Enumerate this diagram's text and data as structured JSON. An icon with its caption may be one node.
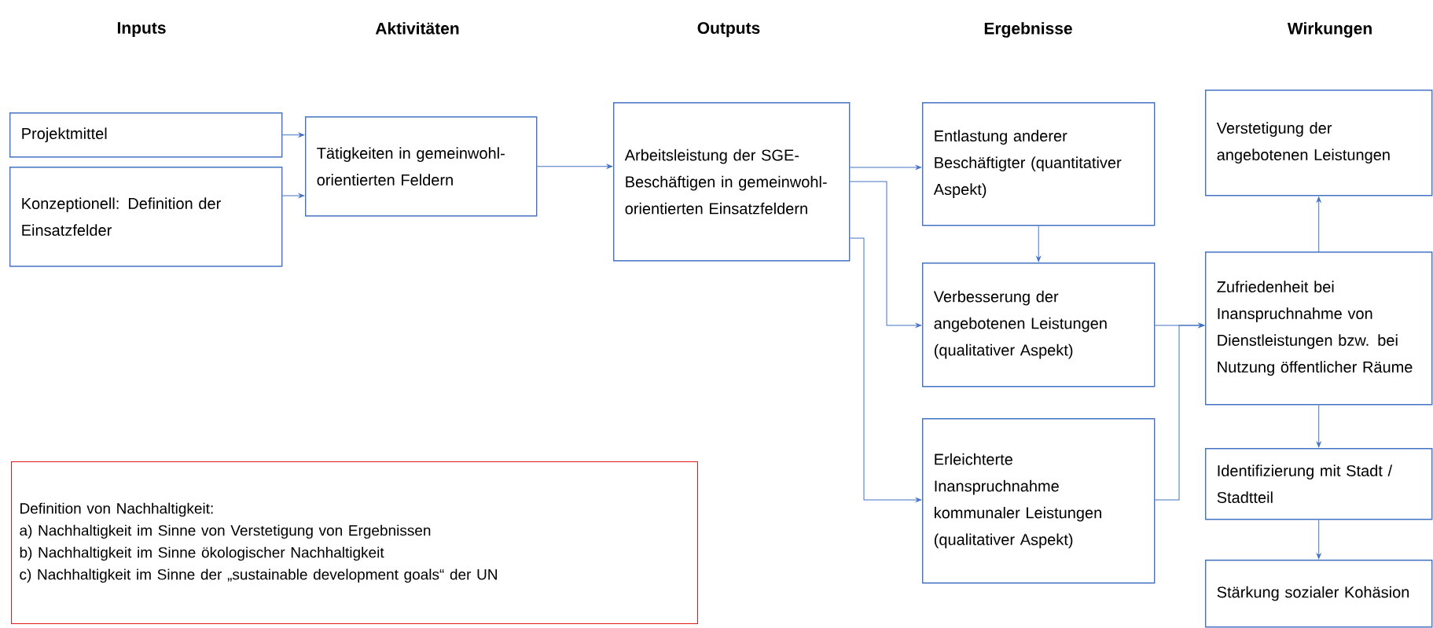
{
  "diagram": {
    "nodes": [
      {
        "text": [
          "Projektmittel"
        ]
      },
      {
        "text": [
          "Konzeptionell: Definition der Einsatzfelder"
        ]
      },
      {
        "text": [
          "Tätigkeiten in gemeinwohl-orientierten Feldern"
        ]
      },
      {
        "text": [
          "Arbeitsleistung der SGE-Beschäftigen in gemeinwohl-orientierten Einsatzfeldern"
        ]
      },
      {
        "text": [
          "Entlastung anderer Beschäftigter (quantitativer Aspekt)"
        ]
      },
      {
        "text": [
          "Verbesserung der angebotenen Leistungen (qualitativer Aspekt)"
        ]
      },
      {
        "text": [
          "Erleichterte Inanspruchnahme kommunaler Leistungen (qualitativer Aspekt)"
        ]
      },
      {
        "text": [
          "Verstetigung der angebotenen Leistungen"
        ]
      },
      {
        "text": [
          "Zufriedenheit bei Inanspruchnahme von Dienstleistungen bzw. bei Nutzung öffentlicher Räume"
        ]
      },
      {
        "text": [
          "Identifizierung mit Stadt / Stadtteil"
        ]
      },
      {
        "text": [
          "Stärkung sozialer Kohäsion"
        ]
      },
      {
        "text": [
          "Definition von Nachhaltigkeit:",
          "a) Nachhaltigkeit im Sinne von Verstetigung von Ergebnissen",
          "b) Nachhaltigkeit im Sinne ökologischer Nachhaltigkeit",
          "c) Nachhaltigkeit im Sinne der „sustainable development goals“ der UN"
        ]
      }
    ],
    "edges": [
      {
        "from": 0,
        "to": 2,
        "arrow": "to"
      },
      {
        "from": 1,
        "to": 2,
        "arrow": "to"
      },
      {
        "from": 2,
        "to": 3,
        "arrow": "to"
      },
      {
        "from": 3,
        "to": 4,
        "arrow": "to"
      },
      {
        "from": 3,
        "to": 5,
        "arrow": "to"
      },
      {
        "from": 3,
        "to": 6,
        "arrow": "to"
      },
      {
        "from": 4,
        "to": 5,
        "arrow": "to"
      },
      {
        "from": 5,
        "to": 8,
        "arrow": "to"
      },
      {
        "from": 6,
        "to": 8,
        "arrow": "to"
      },
      {
        "from": 8,
        "to": 7,
        "arrow": "to"
      },
      {
        "from": 8,
        "to": 9,
        "arrow": "to"
      },
      {
        "from": 9,
        "to": 10,
        "arrow": "to"
      }
    ],
    "labels": [
      "Inputs",
      "Aktivitäten",
      "Outputs",
      "Ergebnisse",
      "Wirkungen"
    ]
  }
}
